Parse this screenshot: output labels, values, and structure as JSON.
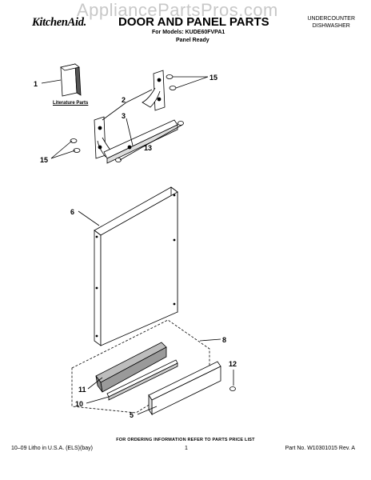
{
  "watermark": "AppliancePartsPros.com",
  "header": {
    "brand": "KitchenAid.",
    "title": "DOOR AND PANEL PARTS",
    "models_line": "For Models: KUDE60FVPA1",
    "variant": "Panel Ready",
    "category_line1": "UNDERCOUNTER",
    "category_line2": "DISHWASHER"
  },
  "diagram": {
    "literature_label": "Literature Parts",
    "callouts": [
      "1",
      "2",
      "3",
      "15",
      "13",
      "15",
      "6",
      "8",
      "12",
      "11",
      "10",
      "5"
    ]
  },
  "footer": {
    "ordering_note": "FOR ORDERING INFORMATION REFER TO PARTS PRICE LIST",
    "litho": "10–09 Litho in U.S.A. (ELS)(bay)",
    "page": "1",
    "part_no": "Part No. W10301015 Rev. A"
  },
  "colors": {
    "line": "#000000",
    "watermark": "#c8c8c8",
    "gasket": "#bdbdbd"
  }
}
